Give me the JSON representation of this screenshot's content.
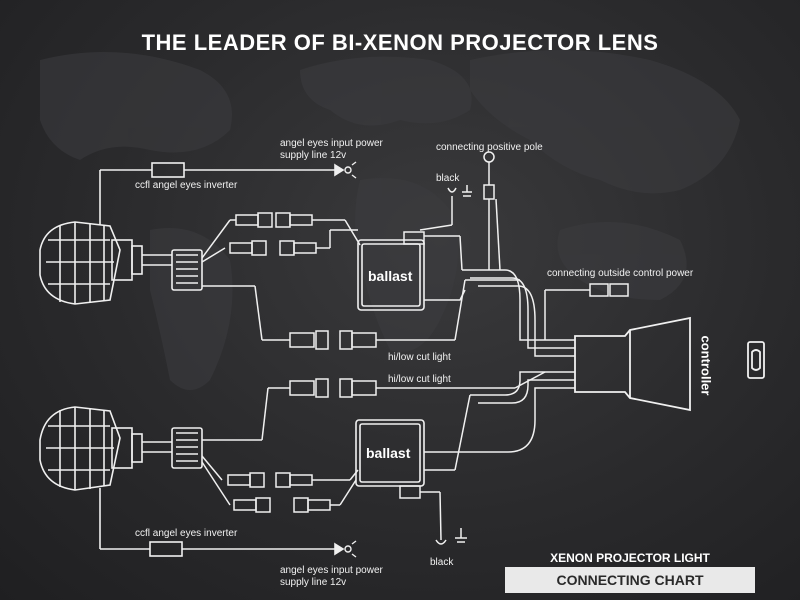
{
  "title": "THE LEADER OF BI-XENON PROJECTOR LENS",
  "labels": {
    "angel_power_top": "angel eyes input power\nsupply line 12v",
    "ccfl_top": "ccfl angel eyes inverter",
    "connecting_positive": "connecting positive pole",
    "black_top": "black",
    "connecting_outside": "connecting outside control power",
    "hilow_1": "hi/low cut light",
    "hilow_2": "hi/low cut light",
    "ccfl_bottom": "ccfl angel eyes inverter",
    "angel_power_bottom": "angel eyes input power\nsupply line 12v",
    "black_bottom": "black"
  },
  "boxes": {
    "ballast_top": "ballast",
    "ballast_bottom": "ballast",
    "controller": "controller"
  },
  "footer": {
    "subtitle": "XENON PROJECTOR LIGHT",
    "band": "CONNECTING CHART"
  },
  "colors": {
    "background": "#2b2b2d",
    "line": "#f0f0f0",
    "text": "#ffffff",
    "band": "#e9e9e9"
  }
}
